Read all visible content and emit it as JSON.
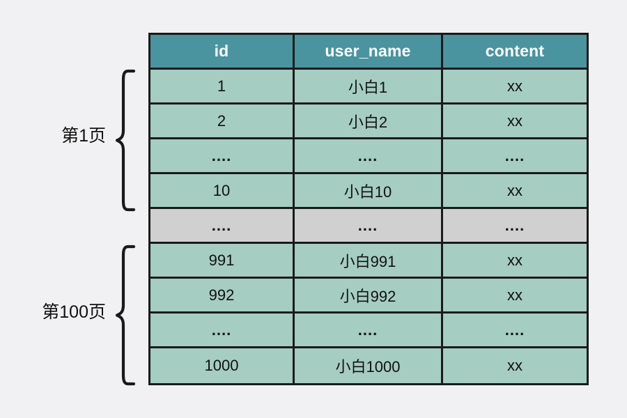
{
  "diagram": {
    "background_color": "#f1f1f3",
    "colors": {
      "header_fill": "#4a94a0",
      "row_fill": "#a5cdc1",
      "separator_fill": "#d0d0d0",
      "border": "#1a1a1a",
      "header_text": "#ffffff",
      "body_text": "#111111"
    }
  },
  "table": {
    "columns": [
      "id",
      "user_name",
      "content"
    ],
    "rows": [
      {
        "id": "1",
        "user_name": "小白1",
        "content": "xx",
        "style": "data"
      },
      {
        "id": "2",
        "user_name": "小白2",
        "content": "xx",
        "style": "data"
      },
      {
        "id": "....",
        "user_name": "....",
        "content": "....",
        "style": "ellipsis"
      },
      {
        "id": "10",
        "user_name": "小白10",
        "content": "xx",
        "style": "data"
      },
      {
        "id": "....",
        "user_name": "....",
        "content": "....",
        "style": "gap"
      },
      {
        "id": "991",
        "user_name": "小白991",
        "content": "xx",
        "style": "data"
      },
      {
        "id": "992",
        "user_name": "小白992",
        "content": "xx",
        "style": "data"
      },
      {
        "id": "....",
        "user_name": "....",
        "content": "....",
        "style": "ellipsis"
      },
      {
        "id": "1000",
        "user_name": "小白1000",
        "content": "xx",
        "style": "data"
      }
    ]
  },
  "groups": [
    {
      "label": "第1页",
      "name": "page-1-group",
      "spans_rows": "1-10"
    },
    {
      "label": "第100页",
      "name": "page-100-group",
      "spans_rows": "991-1000"
    }
  ]
}
